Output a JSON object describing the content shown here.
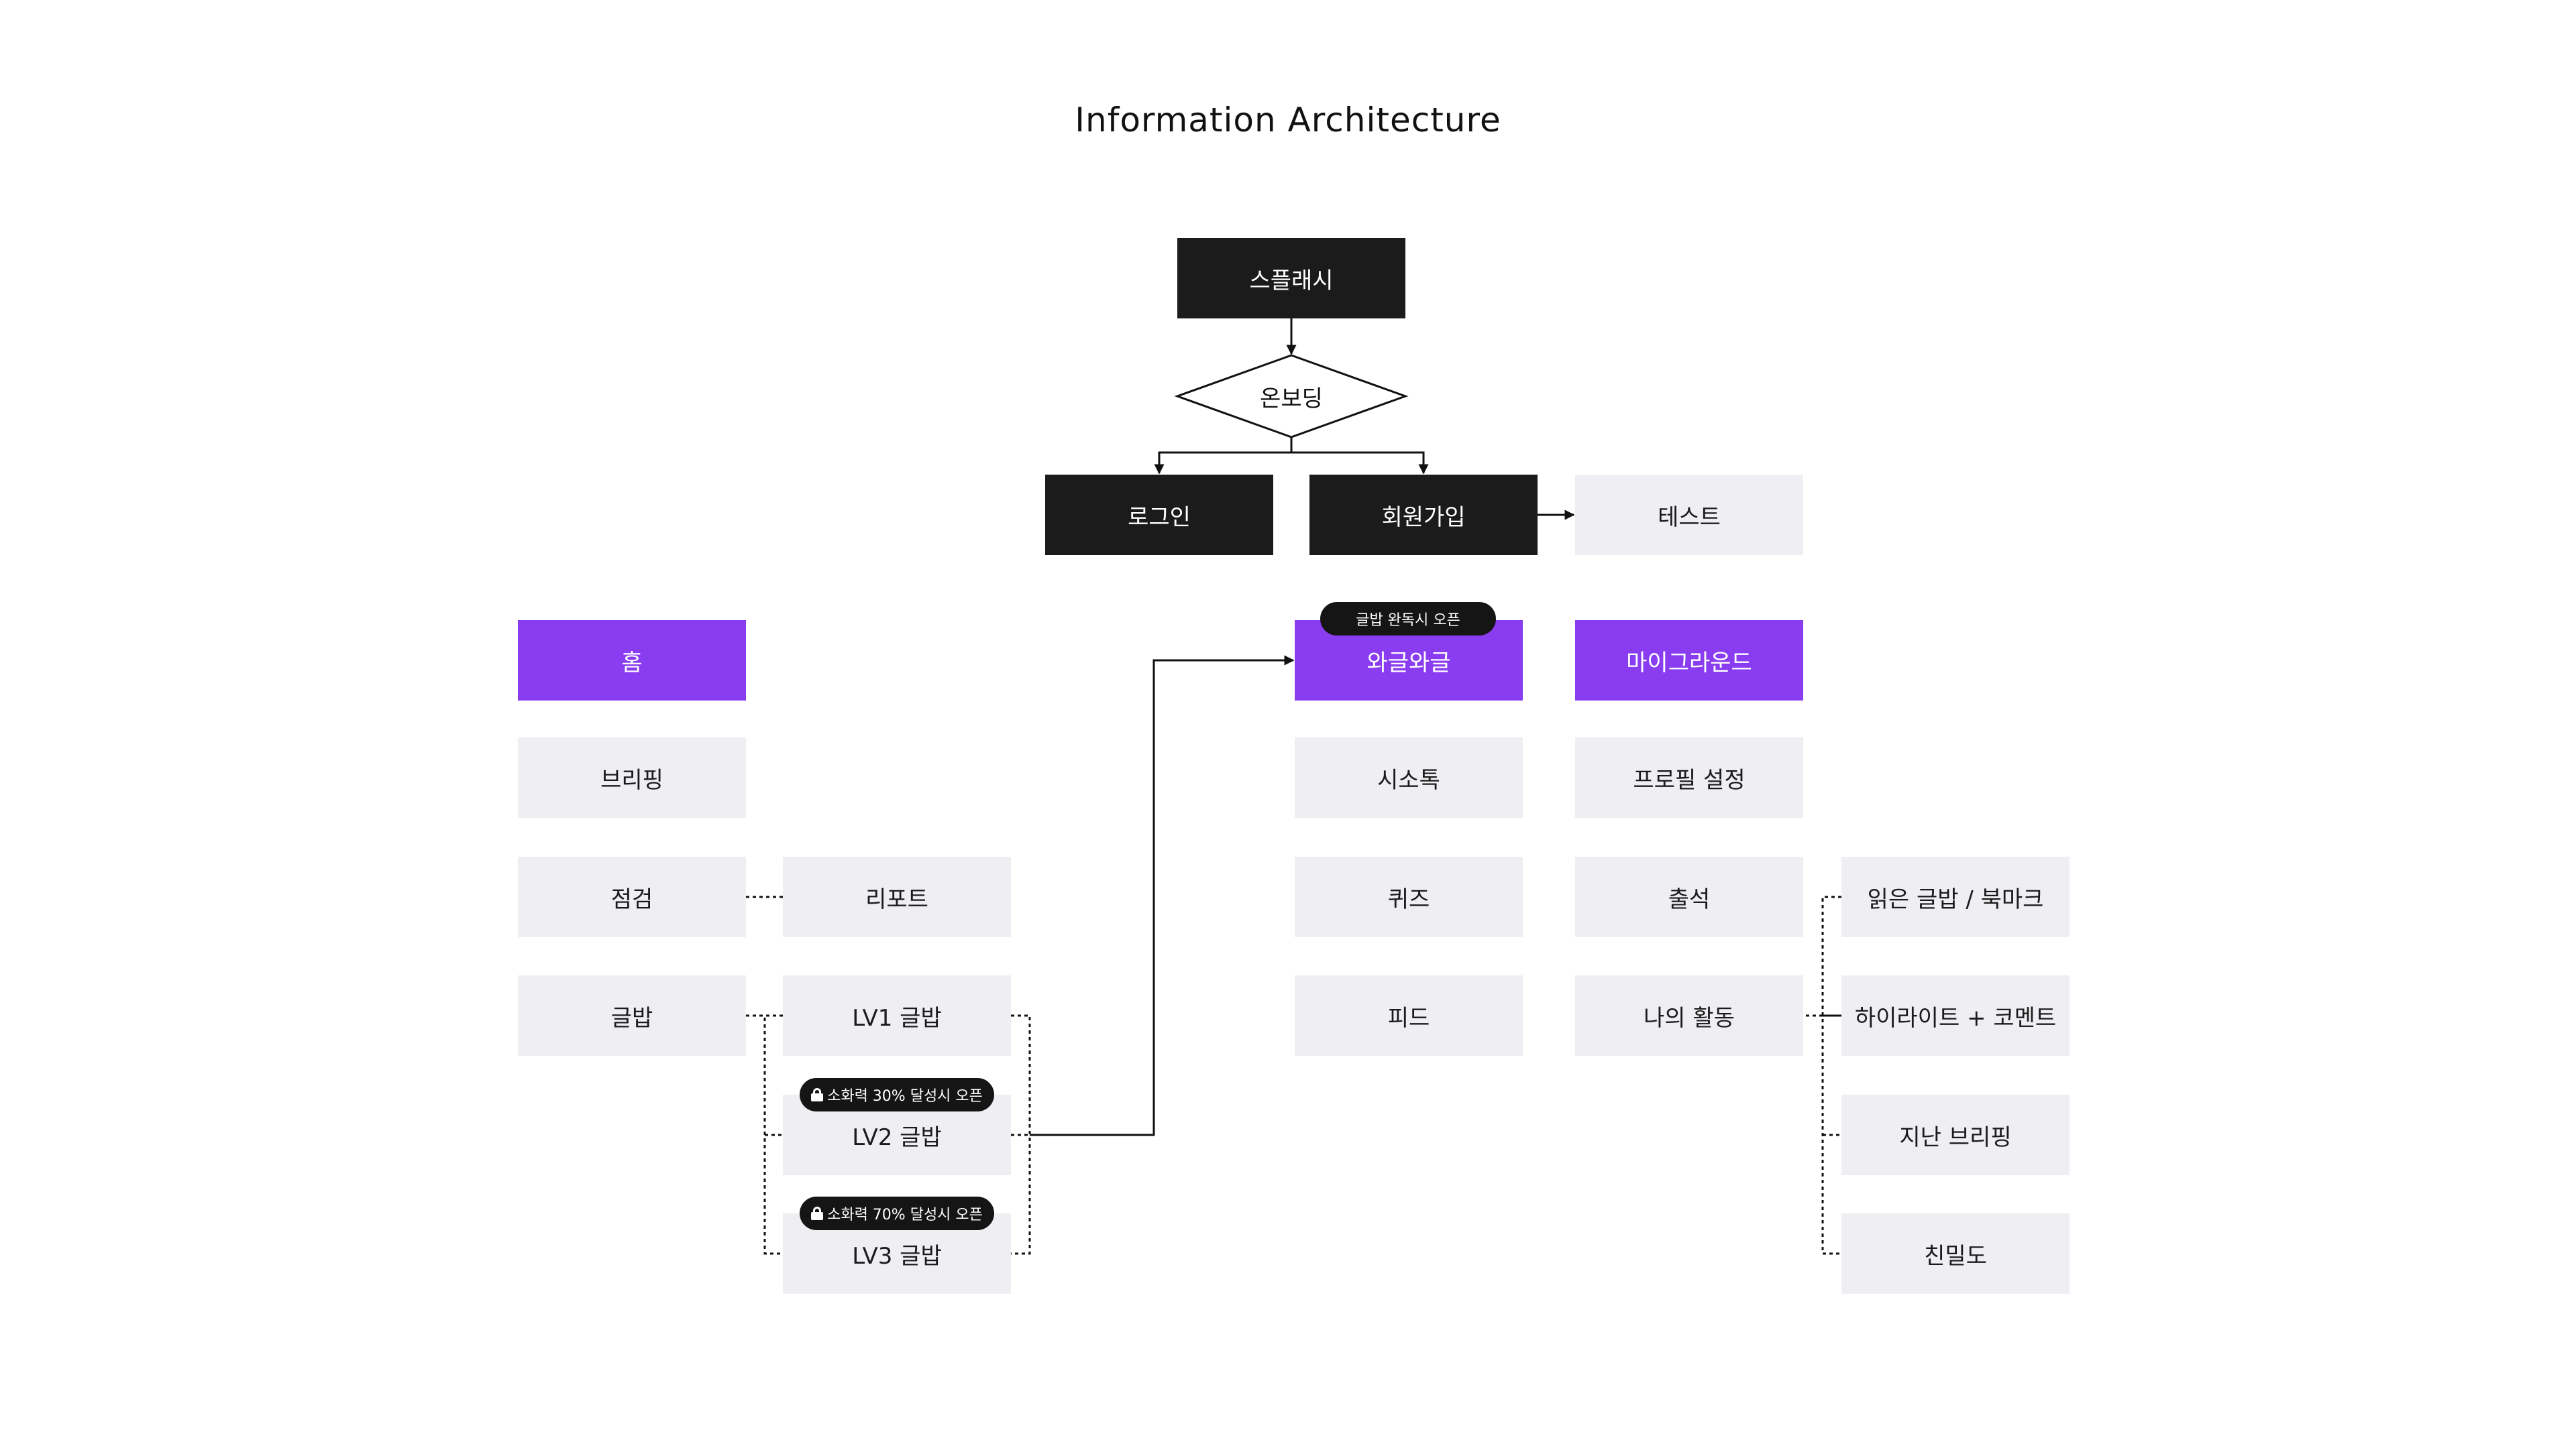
{
  "title": "Information Architecture",
  "nodes": {
    "splash": "스플래시",
    "onboarding": "온보딩",
    "login": "로그인",
    "signup": "회원가입",
    "test": "테스트",
    "home": "홈",
    "briefing": "브리핑",
    "check": "점검",
    "report": "리포트",
    "geulbap": "글밥",
    "lv1": "LV1 글밥",
    "lv2": "LV2 글밥",
    "lv3": "LV3 글밥",
    "wagul": "와글와글",
    "sisotok": "시소톡",
    "quiz": "퀴즈",
    "feed": "피드",
    "myground": "마이그라운드",
    "profile": "프로필 설정",
    "attendance": "출석",
    "activity": "나의 활동",
    "read": "읽은 글밥 / 북마크",
    "highlight": "하이라이트 + 코멘트",
    "past_briefing": "지난 브리핑",
    "intimacy": "친밀도"
  },
  "badges": {
    "wagul_open": "글밥 완독시 오픈",
    "lv2_open": "소화력 30% 달성시 오픈",
    "lv3_open": "소화력 70% 달성시 오픈"
  },
  "colors": {
    "dark": "#1b1b1b",
    "purple": "#8a3df0",
    "light": "#efeff3"
  }
}
